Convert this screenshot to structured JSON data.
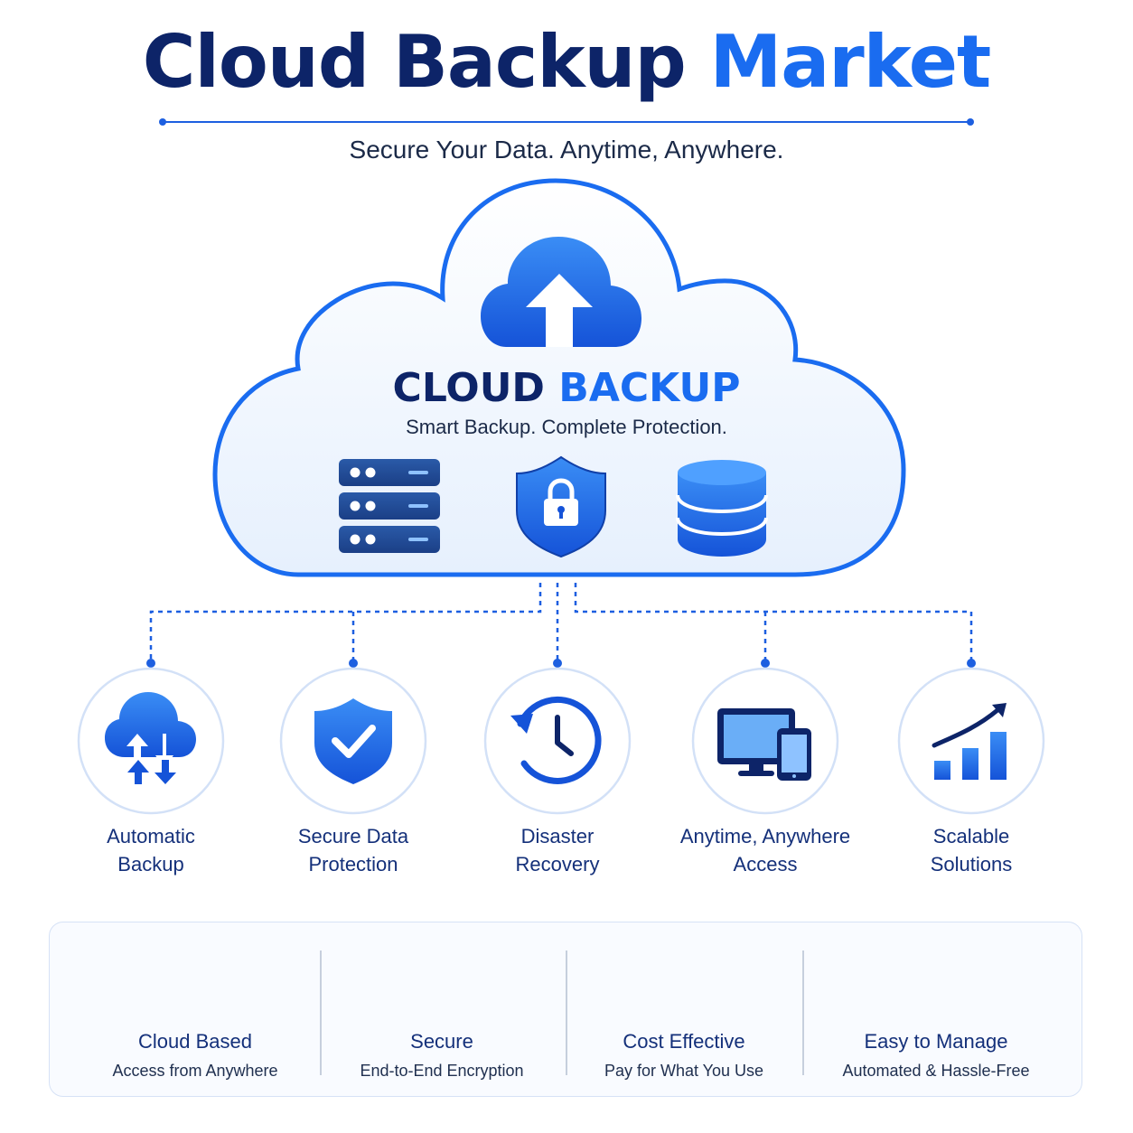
{
  "header": {
    "title_part1": "Cloud Backup",
    "title_part2": "Market",
    "subtitle": "Secure Your Data. Anytime, Anywhere."
  },
  "hub": {
    "title_part1": "CLOUD",
    "title_part2": "BACKUP",
    "tagline": "Smart Backup. Complete Protection.",
    "icons": [
      "cloud-upload-icon",
      "server-rack-icon",
      "shield-lock-icon",
      "database-icon"
    ]
  },
  "features": [
    {
      "line1": "Automatic",
      "line2": "Backup",
      "icon": "cloud-sync-icon"
    },
    {
      "line1": "Secure Data",
      "line2": "Protection",
      "icon": "shield-check-icon"
    },
    {
      "line1": "Disaster",
      "line2": "Recovery",
      "icon": "history-clock-icon"
    },
    {
      "line1": "Anytime, Anywhere",
      "line2": "Access",
      "icon": "devices-icon"
    },
    {
      "line1": "Scalable",
      "line2": "Solutions",
      "icon": "growth-chart-icon"
    }
  ],
  "benefits": [
    {
      "title": "Cloud Based",
      "desc": "Access from Anywhere",
      "icon": "cloud-outline-icon"
    },
    {
      "title": "Secure",
      "desc": "End-to-End Encryption",
      "icon": "padlock-icon"
    },
    {
      "title": "Cost Effective",
      "desc": "Pay for What You Use",
      "icon": "dollar-icon"
    },
    {
      "title": "Easy to Manage",
      "desc": "Automated & Hassle-Free",
      "icon": "gear-icon"
    }
  ],
  "colors": {
    "navy": "#0d2468",
    "accent_blue": "#1a6cf0",
    "outline_blue": "#1d5fe0",
    "circle_border": "#d3e1f7"
  }
}
